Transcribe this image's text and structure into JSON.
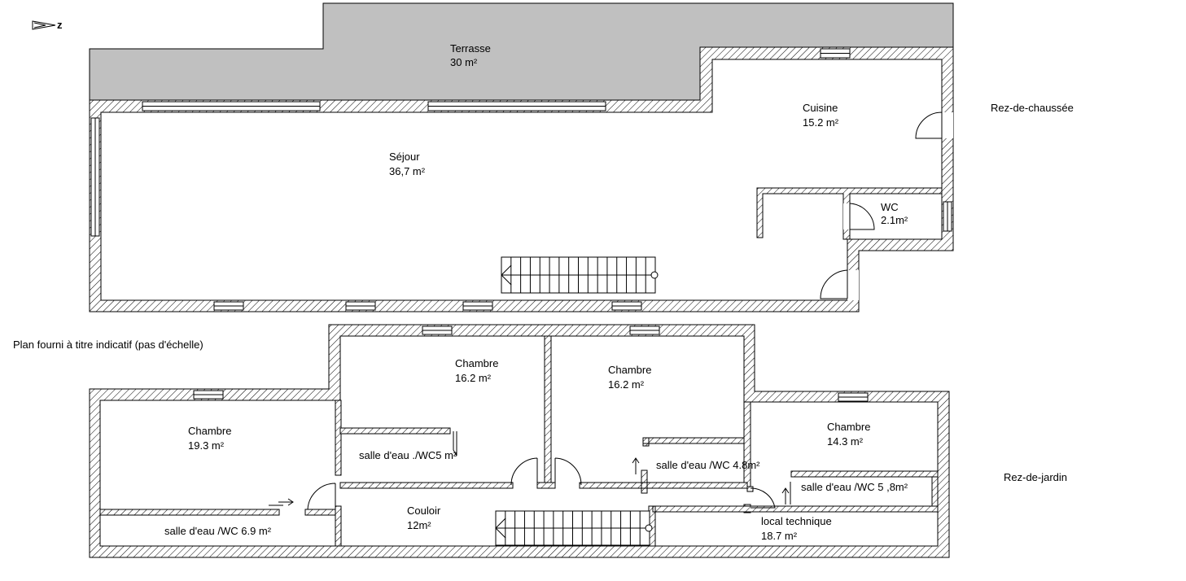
{
  "north_marker": "z",
  "note": "Plan fourni à titre indicatif (pas d'échelle)",
  "levels": {
    "ground": {
      "label": "Rez-de-chaussée",
      "rooms": {
        "terrasse": {
          "name": "Terrasse",
          "area": "30 m²"
        },
        "sejour": {
          "name": "Séjour",
          "area": "36,7 m²"
        },
        "cuisine": {
          "name": "Cuisine",
          "area": "15.2 m²"
        },
        "wc": {
          "name": "WC",
          "area": "2.1m²"
        }
      }
    },
    "garden": {
      "label": "Rez-de-jardin",
      "rooms": {
        "chambre_1": {
          "name": "Chambre",
          "area": "19.3 m²"
        },
        "chambre_2": {
          "name": "Chambre",
          "area": "16.2 m²"
        },
        "chambre_3": {
          "name": "Chambre",
          "area": "16.2 m²"
        },
        "chambre_4": {
          "name": "Chambre",
          "area": "14.3 m²"
        },
        "sde_1": {
          "name": "salle d'eau /WC 6.9 m²"
        },
        "sde_2": {
          "name": "salle d'eau ./WC5 m²"
        },
        "sde_3": {
          "name": "salle d'eau /WC 4.8m²"
        },
        "sde_4": {
          "name": "salle d'eau /WC 5 ,8m²"
        },
        "couloir": {
          "name": "Couloir",
          "area": "12m²"
        },
        "local": {
          "name": "local technique",
          "area": "18.7 m²"
        }
      }
    }
  },
  "colors": {
    "terrace_fill": "#c0c0c0",
    "line": "#000000"
  }
}
